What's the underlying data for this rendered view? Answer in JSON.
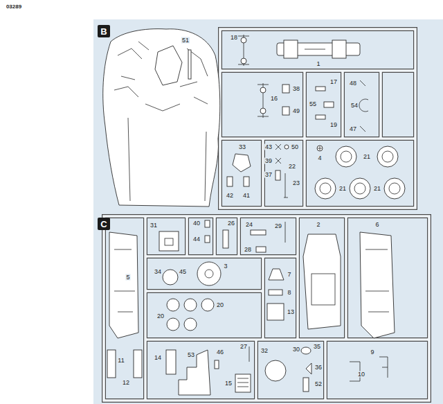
{
  "diagram": {
    "nodes": [
      {
        "text": [
          "B"
        ]
      },
      {
        "text": [
          "C"
        ]
      }
    ],
    "labels": [
      "03289",
      "51",
      "18",
      "1",
      "38",
      "16",
      "49",
      "17",
      "55",
      "19",
      "48",
      "54",
      "47",
      "33",
      "43",
      "39",
      "37",
      "50",
      "4",
      "22",
      "23",
      "21",
      "21",
      "21",
      "42",
      "41",
      "31",
      "40",
      "44",
      "26",
      "24",
      "29",
      "28",
      "2",
      "6",
      "5",
      "3",
      "34",
      "45",
      "20",
      "20",
      "7",
      "8",
      "13",
      "27",
      "32",
      "30",
      "35",
      "36",
      "46",
      "53",
      "14",
      "11",
      "12",
      "15",
      "52",
      "10",
      "9"
    ]
  }
}
